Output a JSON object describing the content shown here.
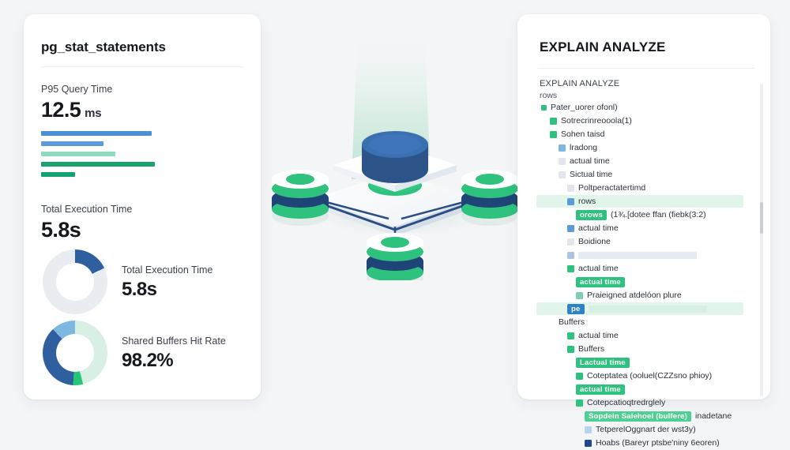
{
  "page": {
    "background": "#f4f5f7"
  },
  "left_panel": {
    "title": "pg_stat_statements",
    "metrics": [
      {
        "label": "P95 Query Time",
        "value": "12.5",
        "unit": "ms"
      },
      {
        "label": "Total Execution Time",
        "value": "5.8s",
        "unit": ""
      }
    ],
    "bars": [
      {
        "name": "bar-1",
        "width_pct": 78,
        "color": "#4a90d3"
      },
      {
        "name": "bar-2",
        "width_pct": 44,
        "color": "#5b9bd9"
      },
      {
        "name": "bar-3",
        "width_pct": 52,
        "color": "#8fd9bd"
      },
      {
        "name": "bar-4",
        "width_pct": 80,
        "color": "#18a36e"
      },
      {
        "name": "bar-5",
        "width_pct": 24,
        "color": "#15a273"
      }
    ],
    "donuts": [
      {
        "label": "Total Execution Time",
        "value": "5.8s",
        "track_color": "#e9ecf1",
        "segments": [
          {
            "name": "execution",
            "pct": 18,
            "color": "#2f5f9e"
          }
        ]
      },
      {
        "label": "Shared Buffers Hit Rate",
        "value": "98.2%",
        "track_color": "#e9ecf1",
        "segments": [
          {
            "name": "hit-light",
            "pct": 46,
            "color": "#d8f0e4"
          },
          {
            "name": "hit-green",
            "pct": 5,
            "color": "#25c776"
          },
          {
            "name": "miss-dark",
            "pct": 37,
            "color": "#2f5f9e"
          },
          {
            "name": "miss-light",
            "pct": 12,
            "color": "#7cb8e0"
          }
        ]
      }
    ]
  },
  "right_panel": {
    "title": "EXPLAIN ANALYZE",
    "subtitle": "EXPLAIN ANALYZE",
    "subtitle_2": "rows",
    "scrollbar": {
      "visible": true
    },
    "tree_rows": [
      {
        "indent": 0,
        "swatch": "#2ec27e",
        "swatch_size": "small",
        "text": "Pater_uorer ofonl)",
        "highlight": false
      },
      {
        "indent": 1,
        "swatch": "#2ec27e",
        "text": "Sotrecrinreooola(1)",
        "highlight": false
      },
      {
        "indent": 1,
        "swatch": "#2ec27e",
        "text": "Sohen taisd",
        "highlight": false
      },
      {
        "indent": 2,
        "swatch": "#7cb8e0",
        "text": "lradong",
        "highlight": false
      },
      {
        "indent": 2,
        "swatch": "#e2e6ec",
        "text": "actual time",
        "sharp": true,
        "highlight": false
      },
      {
        "indent": 2,
        "swatch": "#e2e6ec",
        "text": "Sictual time",
        "highlight": false
      },
      {
        "indent": 3,
        "swatch": "#e2e6ec",
        "text": "Poltperactatertimd",
        "highlight": false
      },
      {
        "indent": 3,
        "swatch": "#5b9bd9",
        "text": "rows",
        "sharp": true,
        "highlight": true
      },
      {
        "indent": 4,
        "badge": "orows",
        "badge_color": "#2ec27e",
        "text": "(1¾.[dotee ffan (fiebk(3:2)",
        "highlight": false
      },
      {
        "indent": 3,
        "swatch": "#5b9bd9",
        "text": "actual time",
        "sharp": true,
        "highlight": false
      },
      {
        "indent": 3,
        "swatch": "#e2e6ec",
        "text": "Boidione",
        "highlight": false
      },
      {
        "indent": 3,
        "swatch": "#aac4e2",
        "ghost": "grey",
        "text": "",
        "highlight": false
      },
      {
        "indent": 3,
        "swatch": "#2ec27e",
        "text": "actual time",
        "sharp": true,
        "highlight": false
      },
      {
        "indent": 4,
        "badge": "actual time",
        "badge_color": "#2ec27e",
        "text": "",
        "highlight": false
      },
      {
        "indent": 4,
        "swatch": "#7fcdb0",
        "text": "Praieigned atdelóon plure",
        "highlight": false
      },
      {
        "indent": 3,
        "badge": "pe",
        "badge_color": "#2e82c8",
        "ghost": "green",
        "text": "",
        "highlight": true
      },
      {
        "indent": 2,
        "swatch": "",
        "text": "Buffers",
        "sharp": true,
        "highlight": false
      },
      {
        "indent": 3,
        "swatch": "#2ec27e",
        "text": "actual time",
        "sharp": true,
        "highlight": false
      },
      {
        "indent": 3,
        "swatch": "#2ec27e",
        "text": "Buffers",
        "sharp": true,
        "highlight": false
      },
      {
        "indent": 4,
        "badge": "Lactual time",
        "badge_color": "#2ec27e",
        "text": "",
        "highlight": false
      },
      {
        "indent": 4,
        "swatch": "#2ec27e",
        "text": "Coteptatea (ooluel(CZZsno phioy)",
        "highlight": false
      },
      {
        "indent": 4,
        "badge": "actual time",
        "badge_color": "#2ec27e",
        "text": "",
        "highlight": false
      },
      {
        "indent": 4,
        "swatch": "#2ec27e",
        "text": "Cotepcatioqtredrglely",
        "highlight": false
      },
      {
        "indent": 5,
        "badge": "Sopdein Saiehoel (bulfere)",
        "badge_color": "#4fcf93",
        "text": "inadetane",
        "highlight": false
      },
      {
        "indent": 5,
        "swatch": "#b8d4ec",
        "text": "TetperelOggnart der wst3y)",
        "highlight": false
      },
      {
        "indent": 5,
        "swatch": "#23478f",
        "text": "Hoabs (Bareyr ptsbe'niny 6eoren)",
        "highlight": false
      }
    ]
  },
  "illustration": {
    "name": "database-cluster-illustration",
    "colors": {
      "beam": "#cfeadd",
      "platform": "#ffffff",
      "node_top": "#3a6fb0",
      "node_side": "#2c5489",
      "db_green": "#2ec27e",
      "db_navy": "#234a80",
      "connector": "#2b4f82"
    }
  }
}
